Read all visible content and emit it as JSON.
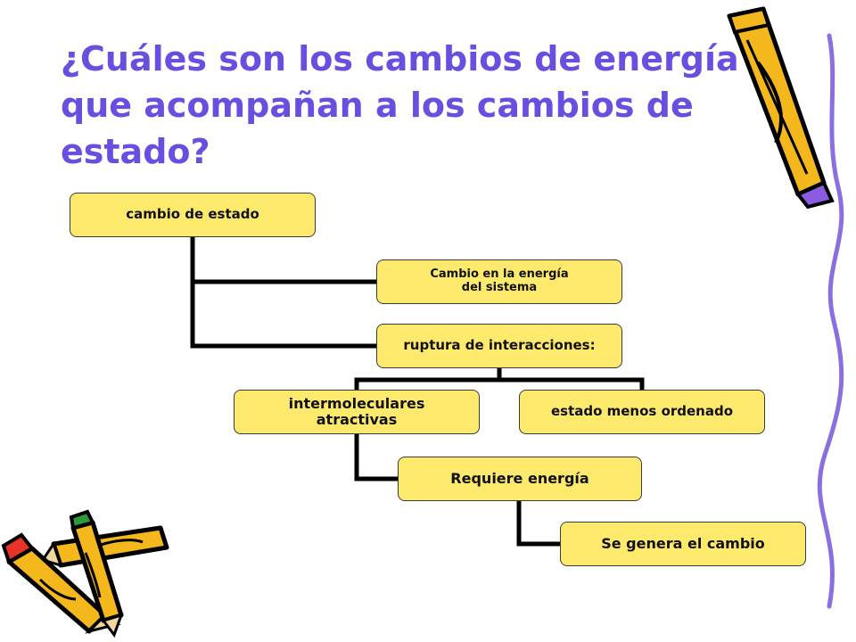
{
  "title": {
    "line1": "¿Cuáles son los cambios de energía",
    "line2": "que acompañan a los cambios de",
    "line3": "estado?"
  },
  "nodes": {
    "cambio_estado": "cambio de estado",
    "cambio_energia_line1": "Cambio en la energía",
    "cambio_energia_line2": "del sistema",
    "ruptura": "ruptura de interacciones:",
    "intermoleculares_line1": "intermoleculares",
    "intermoleculares_line2": "atractivas",
    "menos_ordenado": "estado menos ordenado",
    "requiere_energia": "Requiere energía",
    "se_genera": "Se genera el cambio"
  },
  "colors": {
    "title": "#6a4ee0",
    "node_fill": "#fde96c",
    "connector": "#000000"
  },
  "decorations": [
    "pencil-icon",
    "pencils-cluster-icon",
    "squiggle-line"
  ]
}
